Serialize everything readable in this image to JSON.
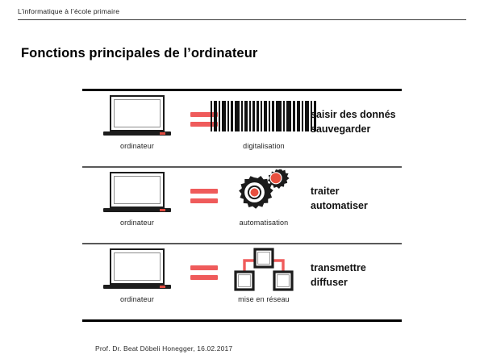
{
  "header": {
    "text": "L’informatique  à l’école  primaire"
  },
  "title": "Fonctions principales  de l’ordinateur",
  "footer": "Prof. Dr. Beat Döbeli Honegger, 16.02.2017",
  "colors": {
    "accent_red": "#ef5b5b",
    "gear_red": "#e8503f",
    "line_black": "#000000",
    "line_gray": "#595959",
    "text_black": "#111111"
  },
  "equals_symbol": "=",
  "rows": [
    {
      "computer_caption": "ordinateur",
      "computer_icon": "laptop-icon",
      "concept_icon": "barcode-icon",
      "concept_caption": "digitalisation",
      "functions": [
        "saisir des donnés",
        "sauvegarder"
      ]
    },
    {
      "computer_caption": "ordinateur",
      "computer_icon": "laptop-icon",
      "concept_icon": "gears-icon",
      "concept_caption": "automatisation",
      "functions": [
        "traiter",
        "automatiser"
      ]
    },
    {
      "computer_caption": "ordinateur",
      "computer_icon": "laptop-icon",
      "concept_icon": "network-icon",
      "concept_caption": "mise en réseau",
      "functions": [
        "transmettre",
        "diffuser"
      ]
    }
  ],
  "barcode_widths": [
    2,
    4,
    2,
    5,
    2,
    3,
    6,
    2,
    4,
    2,
    3,
    3,
    2,
    4,
    2,
    3,
    7,
    2,
    6,
    3,
    4,
    2,
    5,
    2,
    3
  ]
}
